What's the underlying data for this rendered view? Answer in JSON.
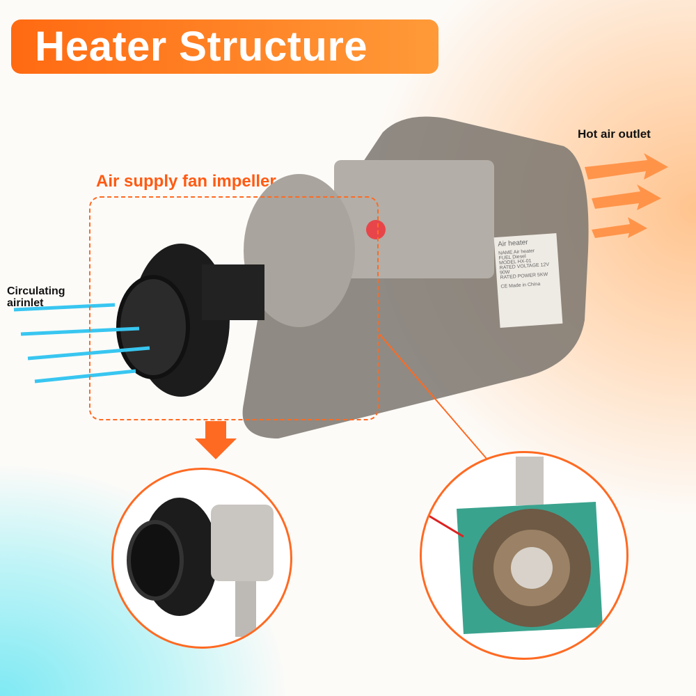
{
  "title": "Heater Structure",
  "labels": {
    "hot_air_outlet": "Hot air outlet",
    "fan_impeller": "Air supply fan impeller",
    "circulating_inlet_line1": "Circulating",
    "circulating_inlet_line2": "airinlet"
  },
  "nameplate": {
    "heading": "Air heater",
    "rows": [
      [
        "NAME",
        "Air heater"
      ],
      [
        "FUEL",
        "Diesel"
      ],
      [
        "MODEL",
        "HX-01"
      ],
      [
        "RATED VOLTAGE",
        "12V 90W"
      ],
      [
        "RATED POWER",
        "5KW"
      ]
    ],
    "footer": "CE Made in China"
  },
  "colors": {
    "accent": "#ff6a12",
    "arrow_blue": "#38c6f0",
    "heater_gray": "#7b766f"
  }
}
